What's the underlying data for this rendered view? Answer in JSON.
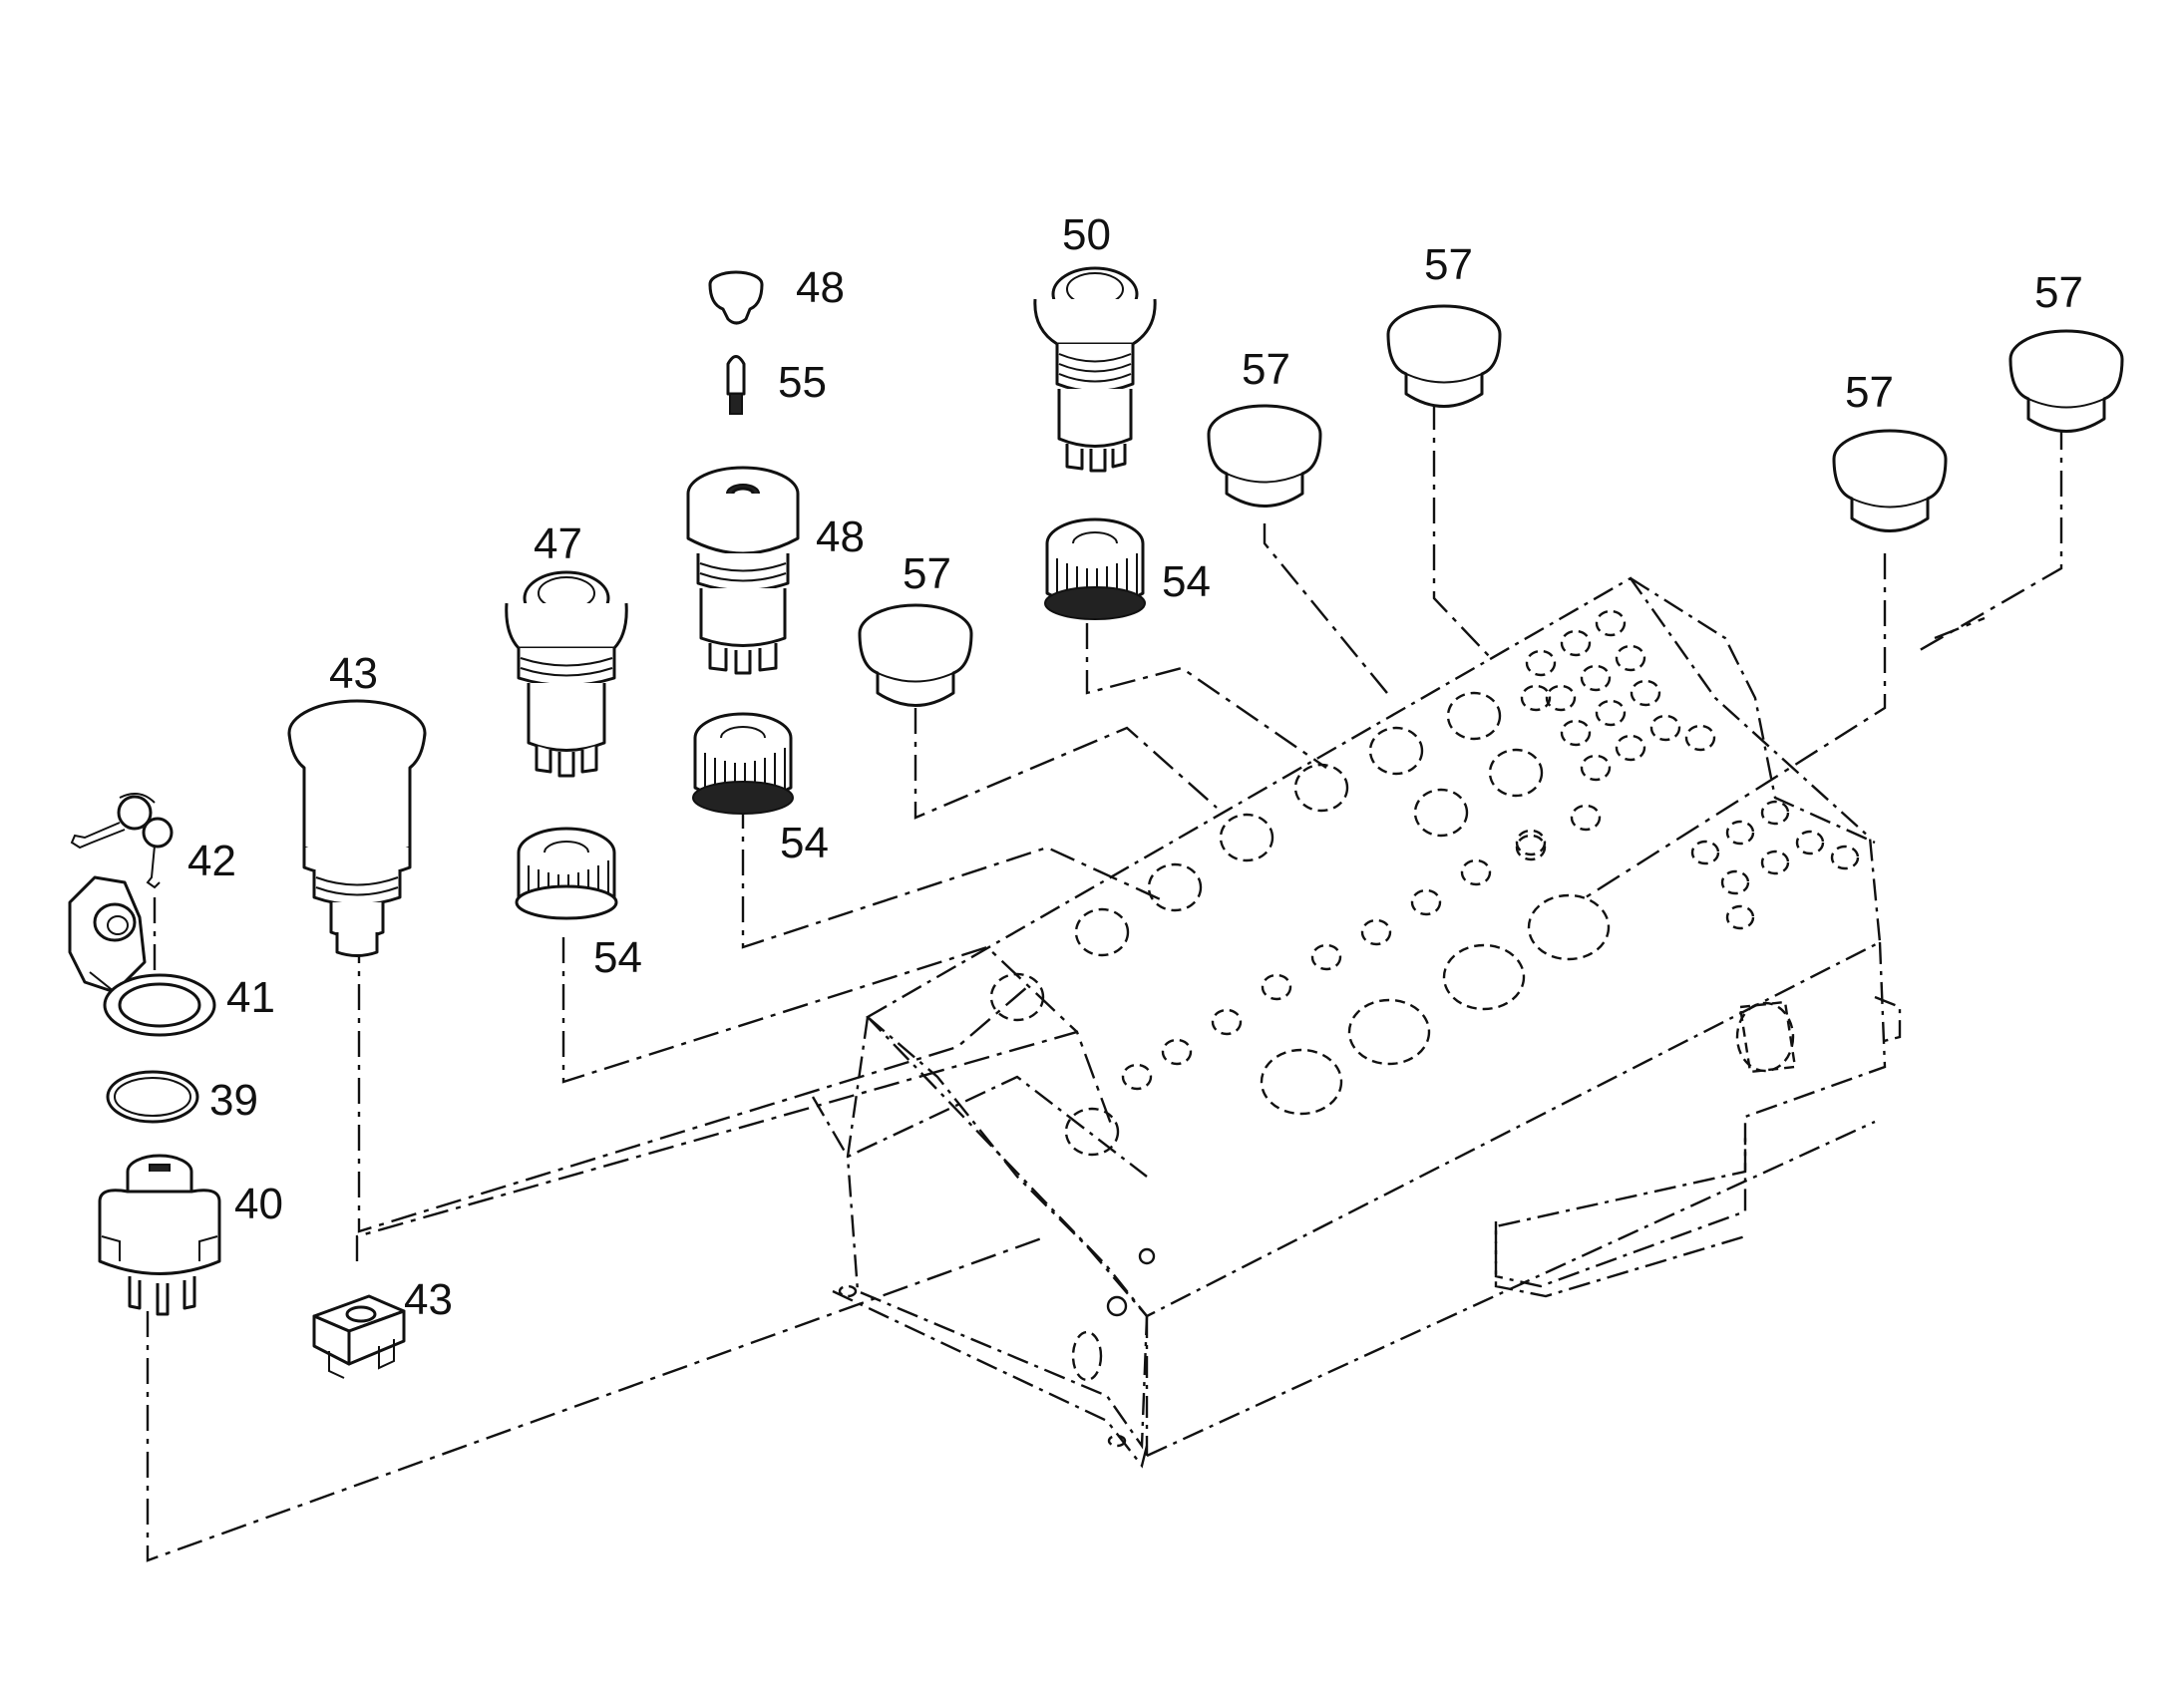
{
  "diagram": {
    "type": "exploded-parts-view",
    "callouts": [
      {
        "id": "c48a",
        "label": "48"
      },
      {
        "id": "c55",
        "label": "55"
      },
      {
        "id": "c50",
        "label": "50"
      },
      {
        "id": "c57a",
        "label": "57"
      },
      {
        "id": "c57b",
        "label": "57"
      },
      {
        "id": "c57c",
        "label": "57"
      },
      {
        "id": "c48b",
        "label": "48"
      },
      {
        "id": "c47",
        "label": "47"
      },
      {
        "id": "c54a",
        "label": "54"
      },
      {
        "id": "c57d",
        "label": "57"
      },
      {
        "id": "c57e",
        "label": "57"
      },
      {
        "id": "c43a",
        "label": "43"
      },
      {
        "id": "c42",
        "label": "42"
      },
      {
        "id": "c54b",
        "label": "54"
      },
      {
        "id": "c54c",
        "label": "54"
      },
      {
        "id": "c41",
        "label": "41"
      },
      {
        "id": "c39",
        "label": "39"
      },
      {
        "id": "c40",
        "label": "40"
      },
      {
        "id": "c43b",
        "label": "43"
      }
    ],
    "colors": {
      "line": "#111111",
      "background": "#ffffff"
    }
  }
}
